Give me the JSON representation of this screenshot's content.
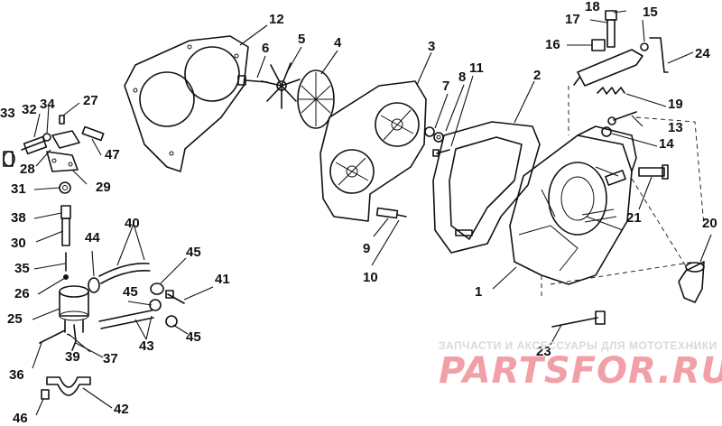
{
  "callouts": [
    "1",
    "2",
    "3",
    "4",
    "5",
    "6",
    "7",
    "8",
    "9",
    "10",
    "11",
    "12",
    "13",
    "14",
    "15",
    "16",
    "17",
    "18",
    "19",
    "20",
    "21",
    "23",
    "24",
    "25",
    "26",
    "27",
    "28",
    "29",
    "30",
    "31",
    "32",
    "33",
    "34",
    "35",
    "36",
    "37",
    "38",
    "39",
    "40",
    "41",
    "42",
    "43",
    "44",
    "45",
    "45",
    "45",
    "46",
    "47"
  ],
  "watermark": {
    "caption": "ЗАПЧАСТИ И АКСЕССУАРЫ ДЛЯ МОТОТЕХНИКИ",
    "logo": "PARTSFOR.RU"
  }
}
